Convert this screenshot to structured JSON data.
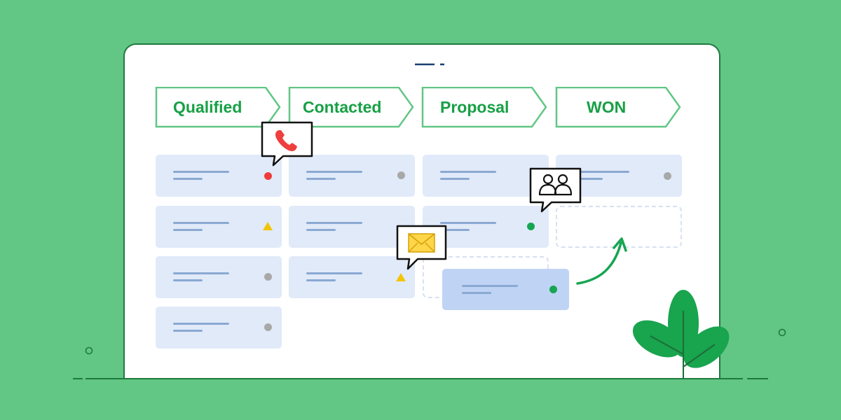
{
  "pipeline": {
    "stages": [
      {
        "label": "Qualified"
      },
      {
        "label": "Contacted"
      },
      {
        "label": "Proposal"
      },
      {
        "label": "WON"
      }
    ]
  },
  "colors": {
    "background": "#62c685",
    "window_border": "#1f7a3e",
    "stage_text": "#17a045",
    "stage_border": "#62c685",
    "card_bg": "#e1eaf9",
    "dragged_card_bg": "#bfd3f4",
    "status_red": "#ef3b3b",
    "status_gray": "#a8a8a8",
    "status_green": "#16a551",
    "status_yellow": "#f2c500",
    "plant": "#19a44e"
  },
  "icons": [
    "phone-icon",
    "envelope-icon",
    "people-icon",
    "plant-illustration",
    "move-arrow-icon"
  ]
}
